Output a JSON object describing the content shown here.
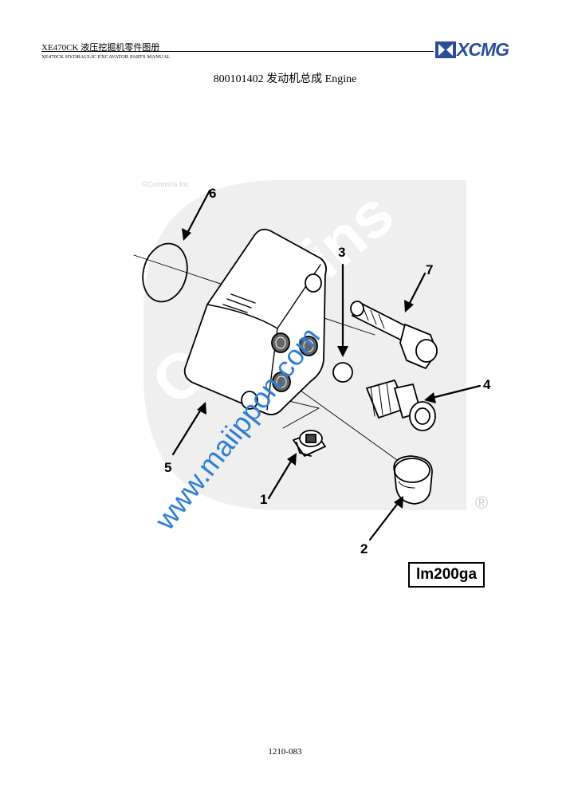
{
  "header": {
    "title": "XE470CK  液压挖掘机零件图册",
    "subtitle": "XE470CK HYDRAULIC EXCAVATOR PARTS MANUAL",
    "logo_text": "XCMG",
    "brand_color": "#2a4f9a"
  },
  "page": {
    "title": "800101402 发动机总成 Engine",
    "number": "1210-083"
  },
  "figure": {
    "copyright": "©Cummins Inc",
    "watermark_brand": "Cummins",
    "registered_mark": "®",
    "watermark_url": "www.maiippon.com",
    "watermark_color": "#2f7fd2",
    "callouts": [
      "1",
      "2",
      "3",
      "4",
      "5",
      "6",
      "7"
    ],
    "code": "lm200ga"
  }
}
